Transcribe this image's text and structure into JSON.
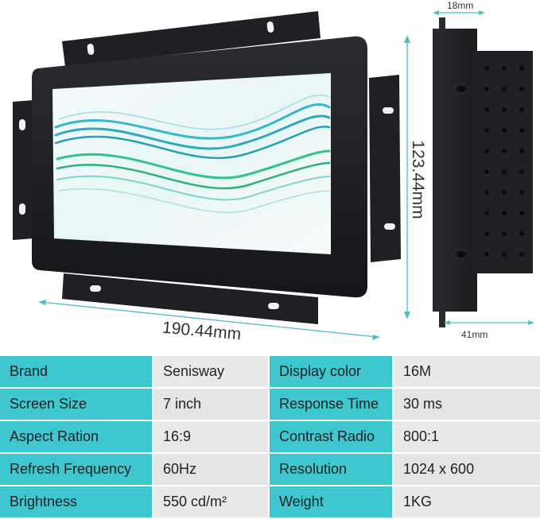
{
  "dimensions": {
    "width": "190.44mm",
    "height": "123.44mm",
    "depth_top": "18mm",
    "depth_bottom": "41mm"
  },
  "colors": {
    "accent": "#3ec7cf",
    "value_bg": "#e9e9e9",
    "dimension_line": "#4fbfc6",
    "bezel": "#1e1f22"
  },
  "specs": [
    {
      "label1": "Brand",
      "value1": "Senisway",
      "label2": "Display color",
      "value2": "16M"
    },
    {
      "label1": "Screen Size",
      "value1": "7 inch",
      "label2": "Response Time",
      "value2": "30 ms"
    },
    {
      "label1": "Aspect Ration",
      "value1": "16:9",
      "label2": "Contrast Radio",
      "value2": "800:1"
    },
    {
      "label1": "Refresh Frequency",
      "value1": "60Hz",
      "label2": "Resolution",
      "value2": "1024 x 600"
    },
    {
      "label1": "Brightness",
      "value1": "550 cd/m²",
      "label2": "Weight",
      "value2": "1KG"
    }
  ]
}
